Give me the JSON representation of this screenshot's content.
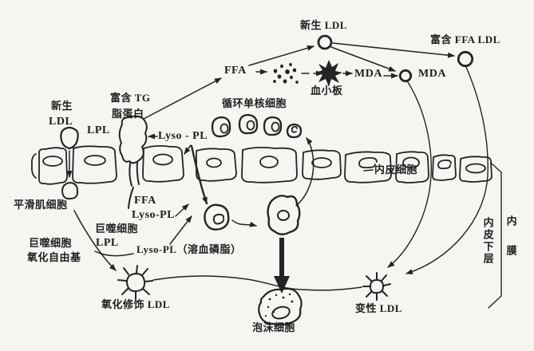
{
  "figure": {
    "description": "Hand-drawn pathology diagram: LDL modification at the arterial endothelium leading to foam cell formation",
    "background_color": "#f7f5f1",
    "ink_color": "#242424"
  },
  "labels": {
    "nascent_ldl_top": "新生 LDL",
    "ffa_rich_ldl": "富含 FFA LDL",
    "ffa_top": "FFA",
    "platelet": "血小板",
    "mda_left": "MDA",
    "mda_right": "MDA",
    "nascent_left_1": "新生",
    "nascent_left_2": "LDL",
    "tg_rich_1": "富含 TG",
    "tg_rich_2": "脂蛋白",
    "lpl_top": "LPL",
    "lyso_pl_top": "Lyso - PL",
    "circulating_monocytes": "循环单核细胞",
    "endothelial_cells": "内皮细胞",
    "smooth_muscle_cells": "平滑肌细胞",
    "ffa_below": "FFA",
    "lyso_pl_below": "Lyso-PL",
    "macrophage_lpl_1": "巨噬细胞",
    "macrophage_lpl_2": "LPL",
    "macrophage_radicals_1": "巨噬细胞",
    "macrophage_radicals_2": "氧化自由基",
    "lyso_pl_lysolecithin": "Lyso-PL（溶血磷脂）",
    "oxidized_ldl": "氧化修饰 LDL",
    "foam_cell": "泡沫细胞",
    "denatured_ldl": "变性 LDL",
    "subendothelial_layer": "内皮下层",
    "intima": "内膜"
  }
}
